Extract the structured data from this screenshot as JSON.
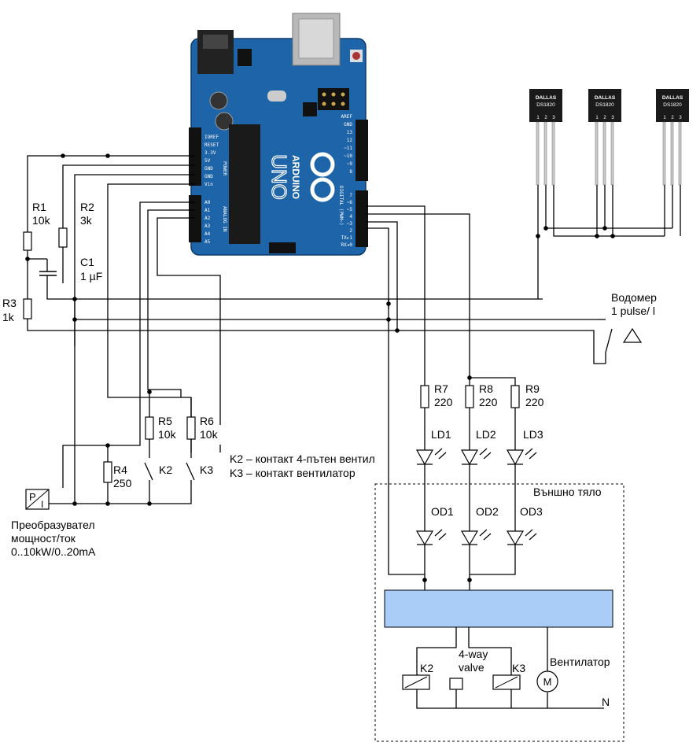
{
  "board": {
    "logo": "UNO",
    "brand": "ARDUINO",
    "header_left": [
      "IOREF",
      "RESET",
      "3.3V",
      "5V",
      "GND",
      "GND",
      "Vin"
    ],
    "header_analog": [
      "A0",
      "A1",
      "A2",
      "A3",
      "A4",
      "A5"
    ],
    "header_right": [
      "AREF",
      "GND",
      "13",
      "12",
      "~11",
      "~10",
      "~9",
      "8",
      "7",
      "~6",
      "~5",
      "4",
      "~3",
      "2",
      "TX▸1",
      "RX◂0"
    ],
    "section_power": "POWER",
    "section_analog": "ANALOG IN",
    "section_digital": "DIGITAL (PWM~)"
  },
  "sensors": {
    "brand": "DALLAS",
    "model": "DS1820",
    "pins": [
      "1",
      "2",
      "3"
    ]
  },
  "components": {
    "r1": {
      "name": "R1",
      "value": "10k"
    },
    "r2": {
      "name": "R2",
      "value": "3k"
    },
    "c1": {
      "name": "C1",
      "value": "1 µF"
    },
    "r3": {
      "name": "R3",
      "value": "1k"
    },
    "r4": {
      "name": "R4",
      "value": "250"
    },
    "r5": {
      "name": "R5",
      "value": "10k"
    },
    "r6": {
      "name": "R6",
      "value": "10k"
    },
    "r7": {
      "name": "R7",
      "value": "220"
    },
    "r8": {
      "name": "R8",
      "value": "220"
    },
    "r9": {
      "name": "R9",
      "value": "220"
    },
    "k2": "K2",
    "k3": "K3",
    "ld1": "LD1",
    "ld2": "LD2",
    "ld3": "LD3",
    "od1": "OD1",
    "od2": "OD2",
    "od3": "OD3"
  },
  "water_meter": {
    "line1": "Водомер",
    "line2": "1 pulse/ l"
  },
  "notes": {
    "k2": "K2 – контакт 4-пътен вентил",
    "k3": "K3 – контакт вентилатор"
  },
  "transducer": {
    "symbol_p": "P",
    "symbol_i": "I",
    "line1": "Преобразувател",
    "line2": "мощност/ток",
    "line3": "0..10kW/0..20mA"
  },
  "external_unit": {
    "title": "Външно тяло",
    "relay_k2": "K2",
    "relay_k3": "K3",
    "valve_line1": "4-way",
    "valve_line2": "valve",
    "fan_label": "Вентилатор",
    "motor_symbol": "M",
    "neutral": "N"
  },
  "colors": {
    "board": "#1e64a8",
    "board_dark": "#154f8a",
    "control_box": "#a9cdf7",
    "sensor_body": "#1a1a1a"
  }
}
